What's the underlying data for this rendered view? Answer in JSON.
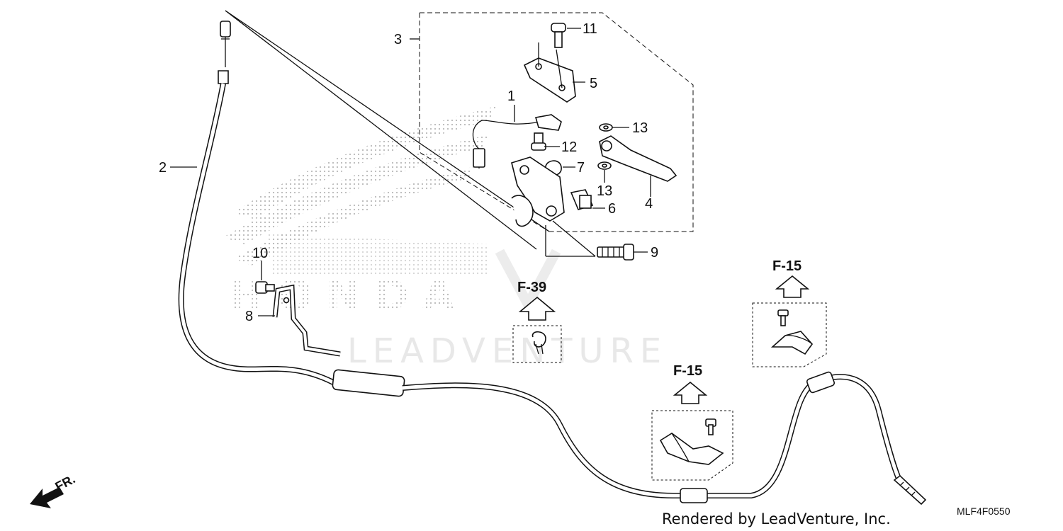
{
  "callouts": {
    "c1": "1",
    "c2": "2",
    "c3": "3",
    "c4": "4",
    "c5": "5",
    "c6": "6",
    "c7": "7",
    "c8": "8",
    "c9": "9",
    "c10": "10",
    "c11": "11",
    "c12": "12",
    "c13a": "13",
    "c13b": "13"
  },
  "refs": {
    "f39": "F-39",
    "f15_top": "F-15",
    "f15_bottom": "F-15"
  },
  "watermark": {
    "brand": "HONDA",
    "vendor": "LEADVENTURE"
  },
  "direction": {
    "label": "FR."
  },
  "footer": {
    "credit": "Rendered by LeadVenture, Inc.",
    "code": "MLF4F0550"
  }
}
